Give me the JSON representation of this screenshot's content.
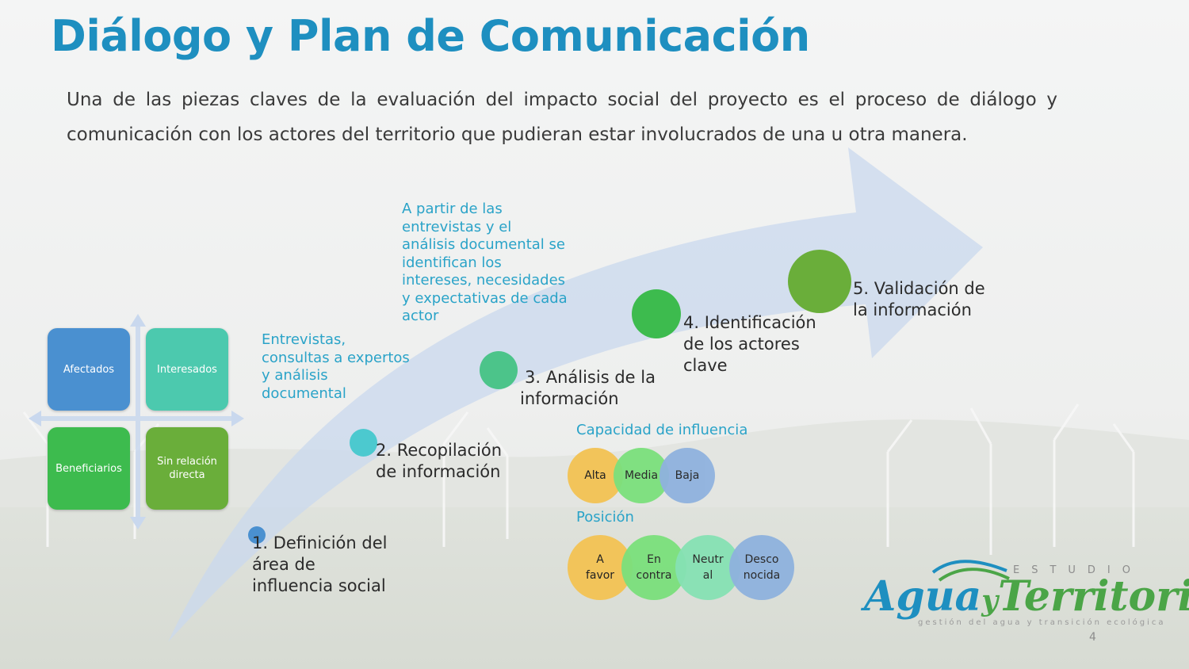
{
  "title": "Diálogo y Plan de Comunicación",
  "intro": "Una de las piezas claves de la evaluación del impacto social del proyecto es el proceso de diálogo y comunicación con los actores del territorio que pudieran estar involucrados de una u otra manera.",
  "steps": [
    {
      "label": "1. Definición del área de influencia social",
      "color": "#4a90d0"
    },
    {
      "label": "2. Recopilación de información",
      "color": "#4cc9cf"
    },
    {
      "label": "3. Análisis de la información",
      "color": "#4cc48a"
    },
    {
      "label": "4. Identificación de los actores clave",
      "color": "#3dbb4e"
    },
    {
      "label": "5. Validación de la información",
      "color": "#6aae3a"
    }
  ],
  "notes": [
    "Entrevistas, consultas a expertos y análisis documental",
    "A partir de las entrevistas y el análisis documental se identifican los intereses, necesidades y expectativas de cada actor"
  ],
  "quadrants": [
    {
      "label": "Afectados",
      "color": "#4a90d0"
    },
    {
      "label": "Interesados",
      "color": "#4cc9ae"
    },
    {
      "label": "Beneficiarios",
      "color": "#3dbb4e"
    },
    {
      "label": "Sin relación directa",
      "color": "#6aae3a"
    }
  ],
  "influence": {
    "title": "Capacidad de influencia",
    "items": [
      {
        "label": "Alta",
        "color": "#f2c45a"
      },
      {
        "label": "Media",
        "color": "#7be07c"
      },
      {
        "label": "Baja",
        "color": "#8fb2de"
      }
    ]
  },
  "position": {
    "title": "Posición",
    "items": [
      {
        "label": "A favor",
        "color": "#f2c45a"
      },
      {
        "label": "En contra",
        "color": "#7be07c"
      },
      {
        "label": "Neutral",
        "color": "#86e2b4"
      },
      {
        "label": "Desconocida",
        "color": "#8fb2de"
      }
    ]
  },
  "logo": {
    "estudio": "ESTUDIO",
    "agua": "Agua",
    "y": "y",
    "territorio": "Territorio",
    "tagline": "gestión del agua y transición ecológica"
  },
  "page_number": "4"
}
